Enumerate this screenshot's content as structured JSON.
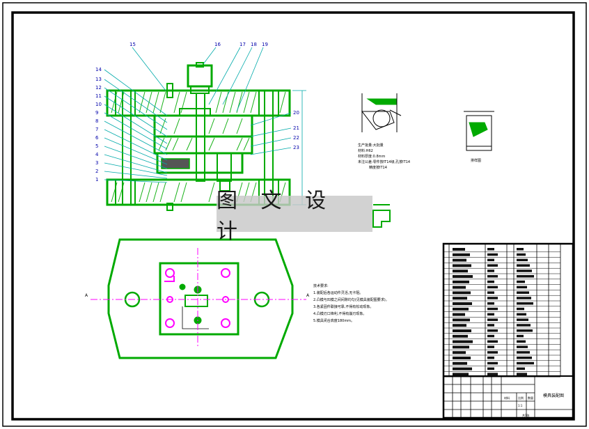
{
  "watermark": {
    "text": "图 文 设 计"
  },
  "leaders": {
    "top": [
      "15",
      "16",
      "17",
      "18",
      "19"
    ],
    "left": [
      "14",
      "13",
      "12",
      "11",
      "10",
      "9",
      "8",
      "7",
      "6",
      "5",
      "4",
      "3",
      "2",
      "1"
    ],
    "right": [
      "20",
      "21",
      "22",
      "23"
    ]
  },
  "part_sketch": {
    "notes": [
      "生产批量:大批量",
      "材料:H62",
      "材料厚度:0.8mm",
      "未注公差:零件按IT14级,孔按IT14",
      "精度按IT14"
    ]
  },
  "side_sketch": {
    "caption": "排样图"
  },
  "plan_view": {
    "center_mark_left": "A",
    "center_mark_right": "A"
  },
  "tech_notes": [
    "技术要求:",
    "1.装配后各运动件灵活,无卡阻。",
    "2.凸模与凹模之间间隙均匀(见模具装配图要求)。",
    "3.各紧固件联接可靠,不得有松动现象。",
    "4.凸模刃口锋利,不得有崩刃现象。",
    "5.模具闭合高度180mm。"
  ],
  "title_block": {
    "drawing_title": "模具装配图",
    "scale_header": "比例",
    "qty_header": "数量",
    "mat_header": "材料",
    "scale_value": "1:1",
    "sheet_value": "共1张"
  },
  "colors": {
    "frame": "#000000",
    "part_outline": "#00aa00",
    "axis": "#ff00ff",
    "leader": "#00aaaa",
    "watermark_bg": "#c8c8c8"
  }
}
